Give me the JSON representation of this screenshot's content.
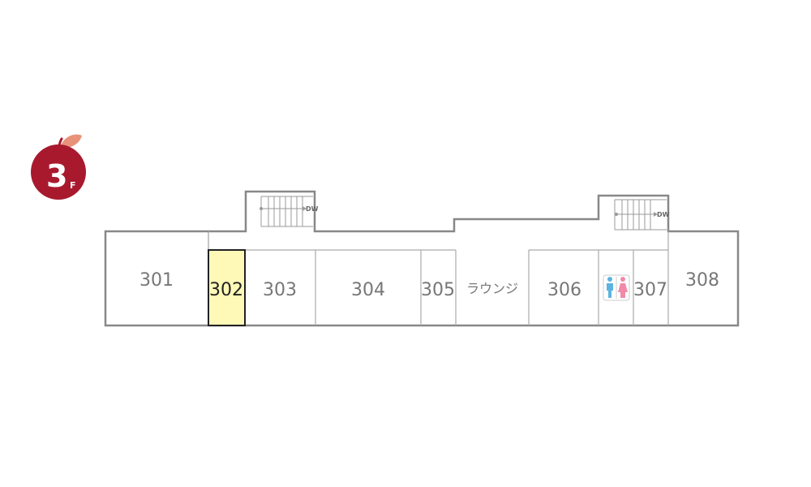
{
  "floor": {
    "number": "3",
    "suffix": "F",
    "badge_color": "#a8192e",
    "leaf_color": "#e8927a"
  },
  "colors": {
    "wall": "#888888",
    "thin_line": "#aaaaaa",
    "selected_fill": "#fff9b8",
    "selected_stroke": "#222222"
  },
  "rooms": [
    {
      "id": "301",
      "label": "301",
      "selected": false
    },
    {
      "id": "302",
      "label": "302",
      "selected": true
    },
    {
      "id": "303",
      "label": "303",
      "selected": false
    },
    {
      "id": "304",
      "label": "304",
      "selected": false
    },
    {
      "id": "305",
      "label": "305",
      "selected": false
    },
    {
      "id": "lounge",
      "label": "ラウンジ",
      "selected": false
    },
    {
      "id": "306",
      "label": "306",
      "selected": false
    },
    {
      "id": "307",
      "label": "307",
      "selected": false
    },
    {
      "id": "308",
      "label": "308",
      "selected": false
    }
  ],
  "stairs": [
    {
      "label": "DW",
      "icon": "stairs-icon"
    },
    {
      "label": "DW",
      "icon": "stairs-icon"
    }
  ],
  "restroom": {
    "icon": "restroom-icon",
    "male_color": "#5bb4e0",
    "female_color": "#f08aa8"
  }
}
